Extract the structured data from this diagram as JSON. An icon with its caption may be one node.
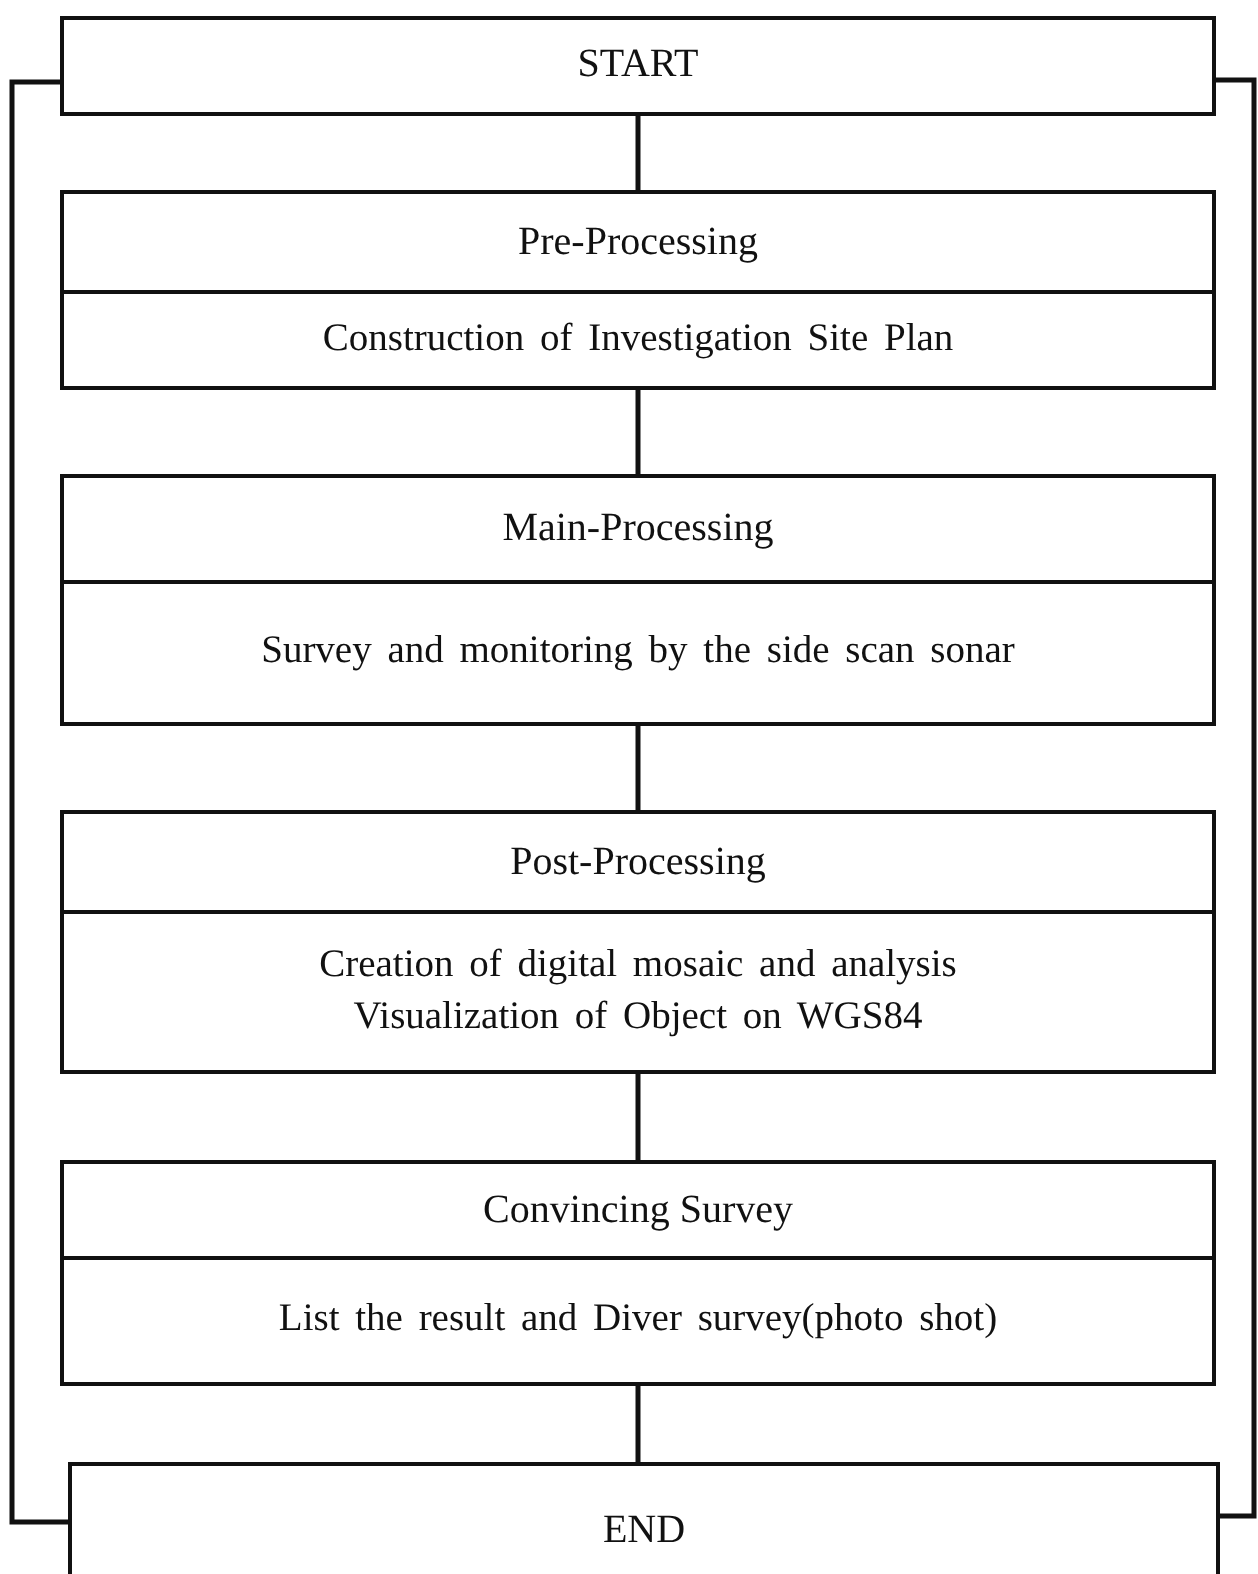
{
  "diagram": {
    "nodes": [
      {
        "text": [
          "START"
        ]
      },
      {
        "text": [
          "Pre-Processing",
          "Construction of Investigation Site Plan"
        ]
      },
      {
        "text": [
          "Main-Processing",
          "Survey and monitoring by the side scan sonar"
        ]
      },
      {
        "text": [
          "Post-Processing",
          "Creation of digital mosaic and analysis",
          "Visualization of Object on WGS84"
        ]
      },
      {
        "text": [
          "Convincing Survey",
          "List the result and Diver survey(photo shot)"
        ]
      },
      {
        "text": [
          "END"
        ]
      }
    ],
    "edges": [
      {
        "from": 0,
        "to": 1,
        "arrow": "none"
      },
      {
        "from": 1,
        "to": 2,
        "arrow": "none"
      },
      {
        "from": 2,
        "to": 3,
        "arrow": "none"
      },
      {
        "from": 3,
        "to": 4,
        "arrow": "none"
      },
      {
        "from": 4,
        "to": 5,
        "arrow": "none"
      },
      {
        "from": 0,
        "to": 5,
        "arrow": "none"
      },
      {
        "from": 0,
        "to": 5,
        "arrow": "none"
      }
    ]
  }
}
